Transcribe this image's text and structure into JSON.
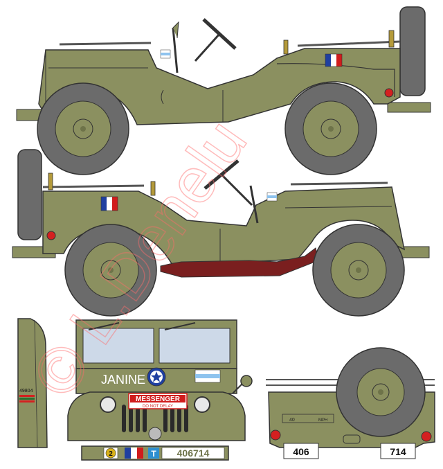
{
  "watermark": "© L.Denelu",
  "colors": {
    "olive": "#8b9060",
    "olive_dark": "#6e7349",
    "olive_light": "#9ea373",
    "tire": "#6b6b6b",
    "tire_dark": "#555555",
    "exhaust": "#7a1f1f",
    "flag_blue": "#1f3fa0",
    "flag_red": "#d01c1c",
    "pennant_blue": "#8ec3ee",
    "taillight": "#d42020"
  },
  "front_view": {
    "name_text": "JANINE",
    "sign_line1": "MESSENGER",
    "sign_line2": "DO NOT DELAY",
    "bumper_number": "406714",
    "bumper_badge_number": "2",
    "bumper_badge_letter": "T"
  },
  "side_panel": {
    "number": "49804"
  },
  "rear_view": {
    "speed_value": "40",
    "speed_unit": "MPH",
    "plate_left": "406",
    "plate_right": "714"
  }
}
